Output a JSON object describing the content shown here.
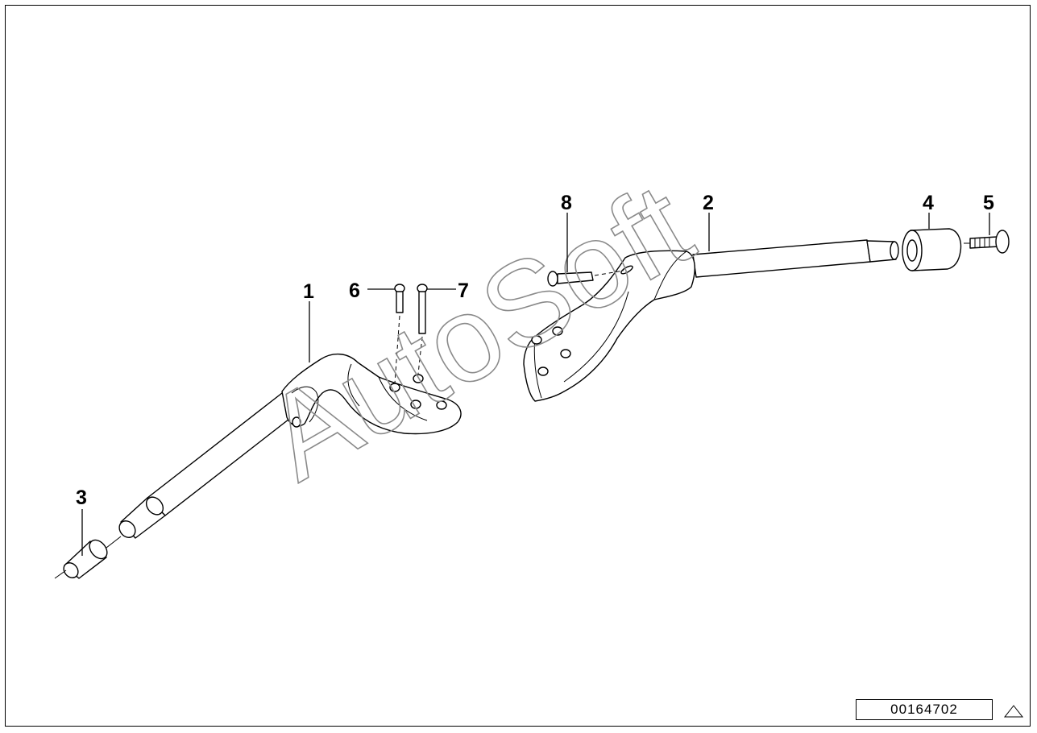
{
  "callouts": {
    "c1": "1",
    "c2": "2",
    "c3": "3",
    "c4": "4",
    "c5": "5",
    "c6": "6",
    "c7": "7",
    "c8": "8"
  },
  "reference_number": "00164702",
  "watermark": "AutoSoft",
  "corner_icon": "triangle-icon"
}
